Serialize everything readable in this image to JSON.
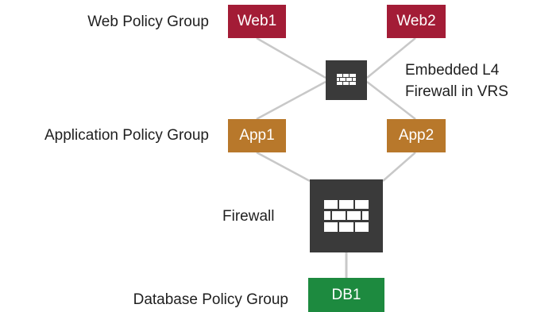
{
  "groups": {
    "web_label": "Web Policy Group",
    "app_label": "Application Policy Group",
    "db_label": "Database Policy Group"
  },
  "nodes": {
    "web1": "Web1",
    "web2": "Web2",
    "app1": "App1",
    "app2": "App2",
    "db1": "DB1"
  },
  "firewalls": {
    "embedded_line1": "Embedded L4",
    "embedded_line2": "Firewall in VRS",
    "main": "Firewall"
  },
  "icons": {
    "embedded_firewall": "brick-wall-icon",
    "main_firewall": "brick-wall-icon"
  },
  "colors": {
    "web": "#a31c36",
    "app": "#b8782b",
    "db": "#1d8a3f",
    "firewall": "#3a3a3a",
    "connector": "#c8c8c8"
  }
}
